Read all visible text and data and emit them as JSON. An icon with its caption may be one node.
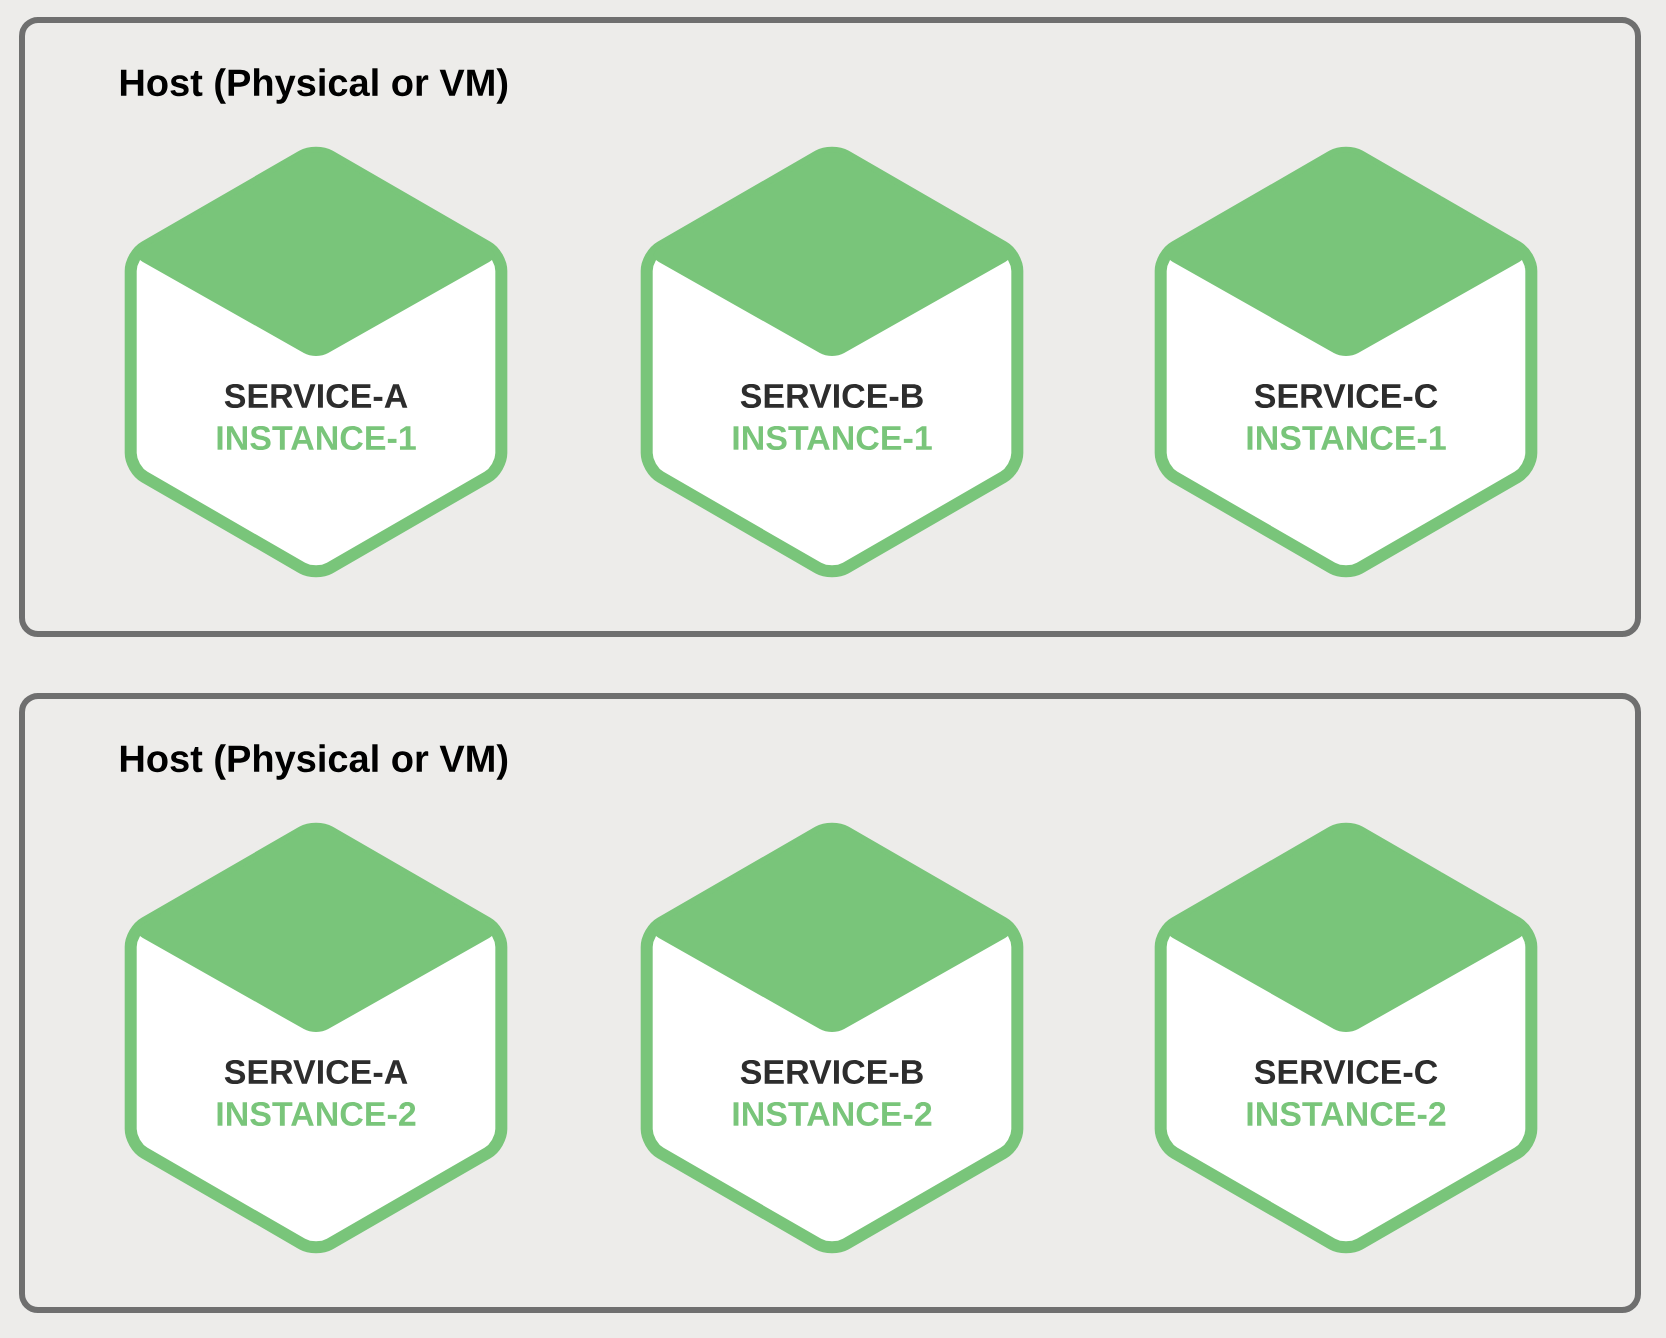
{
  "diagram": {
    "nodes": [
      {
        "text": [
          "Host (Physical or VM)"
        ]
      },
      {
        "text": [
          "SERVICE-A",
          "INSTANCE-1"
        ],
        "in": 0
      },
      {
        "text": [
          "SERVICE-B",
          "INSTANCE-1"
        ],
        "in": 0
      },
      {
        "text": [
          "SERVICE-C",
          "INSTANCE-1"
        ],
        "in": 0
      },
      {
        "text": [
          "Host (Physical or VM)"
        ]
      },
      {
        "text": [
          "SERVICE-A",
          "INSTANCE-2"
        ],
        "in": 4
      },
      {
        "text": [
          "SERVICE-B",
          "INSTANCE-2"
        ],
        "in": 4
      },
      {
        "text": [
          "SERVICE-C",
          "INSTANCE-2"
        ],
        "in": 4
      }
    ]
  }
}
